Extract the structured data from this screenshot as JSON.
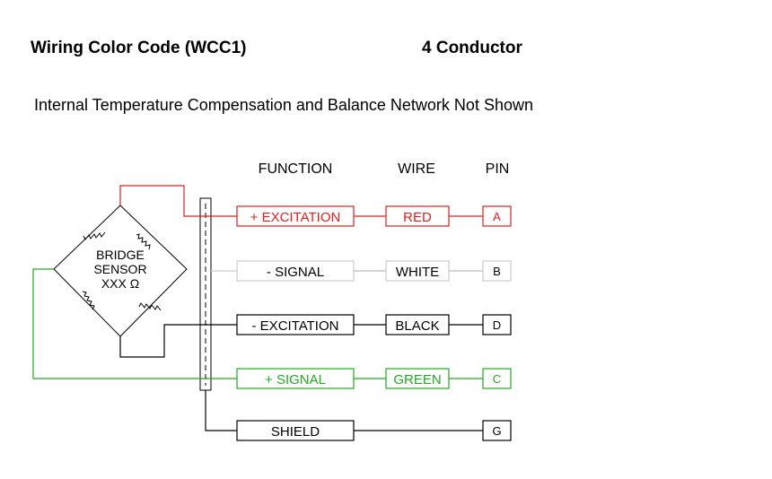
{
  "header": {
    "title": "Wiring Color Code (WCC1)",
    "conductor_label": "4 Conductor",
    "note": "Internal Temperature Compensation and Balance Network Not Shown"
  },
  "columns": {
    "function": "FUNCTION",
    "wire": "WIRE",
    "pin": "PIN"
  },
  "bridge": {
    "line1": "BRIDGE",
    "line2": "SENSOR",
    "line3": "XXX Ω"
  },
  "rows": [
    {
      "function": "+ EXCITATION",
      "wire": "RED",
      "pin": "A",
      "color": "#e02020"
    },
    {
      "function": "- SIGNAL",
      "wire": "WHITE",
      "pin": "B",
      "color": "#c8c8c8"
    },
    {
      "function": "- EXCITATION",
      "wire": "BLACK",
      "pin": "D",
      "color": "#000000"
    },
    {
      "function": "+ SIGNAL",
      "wire": "GREEN",
      "pin": "C",
      "color": "#22aa22"
    },
    {
      "function": "SHIELD",
      "wire": "",
      "pin": "G",
      "color": "#000000"
    }
  ]
}
